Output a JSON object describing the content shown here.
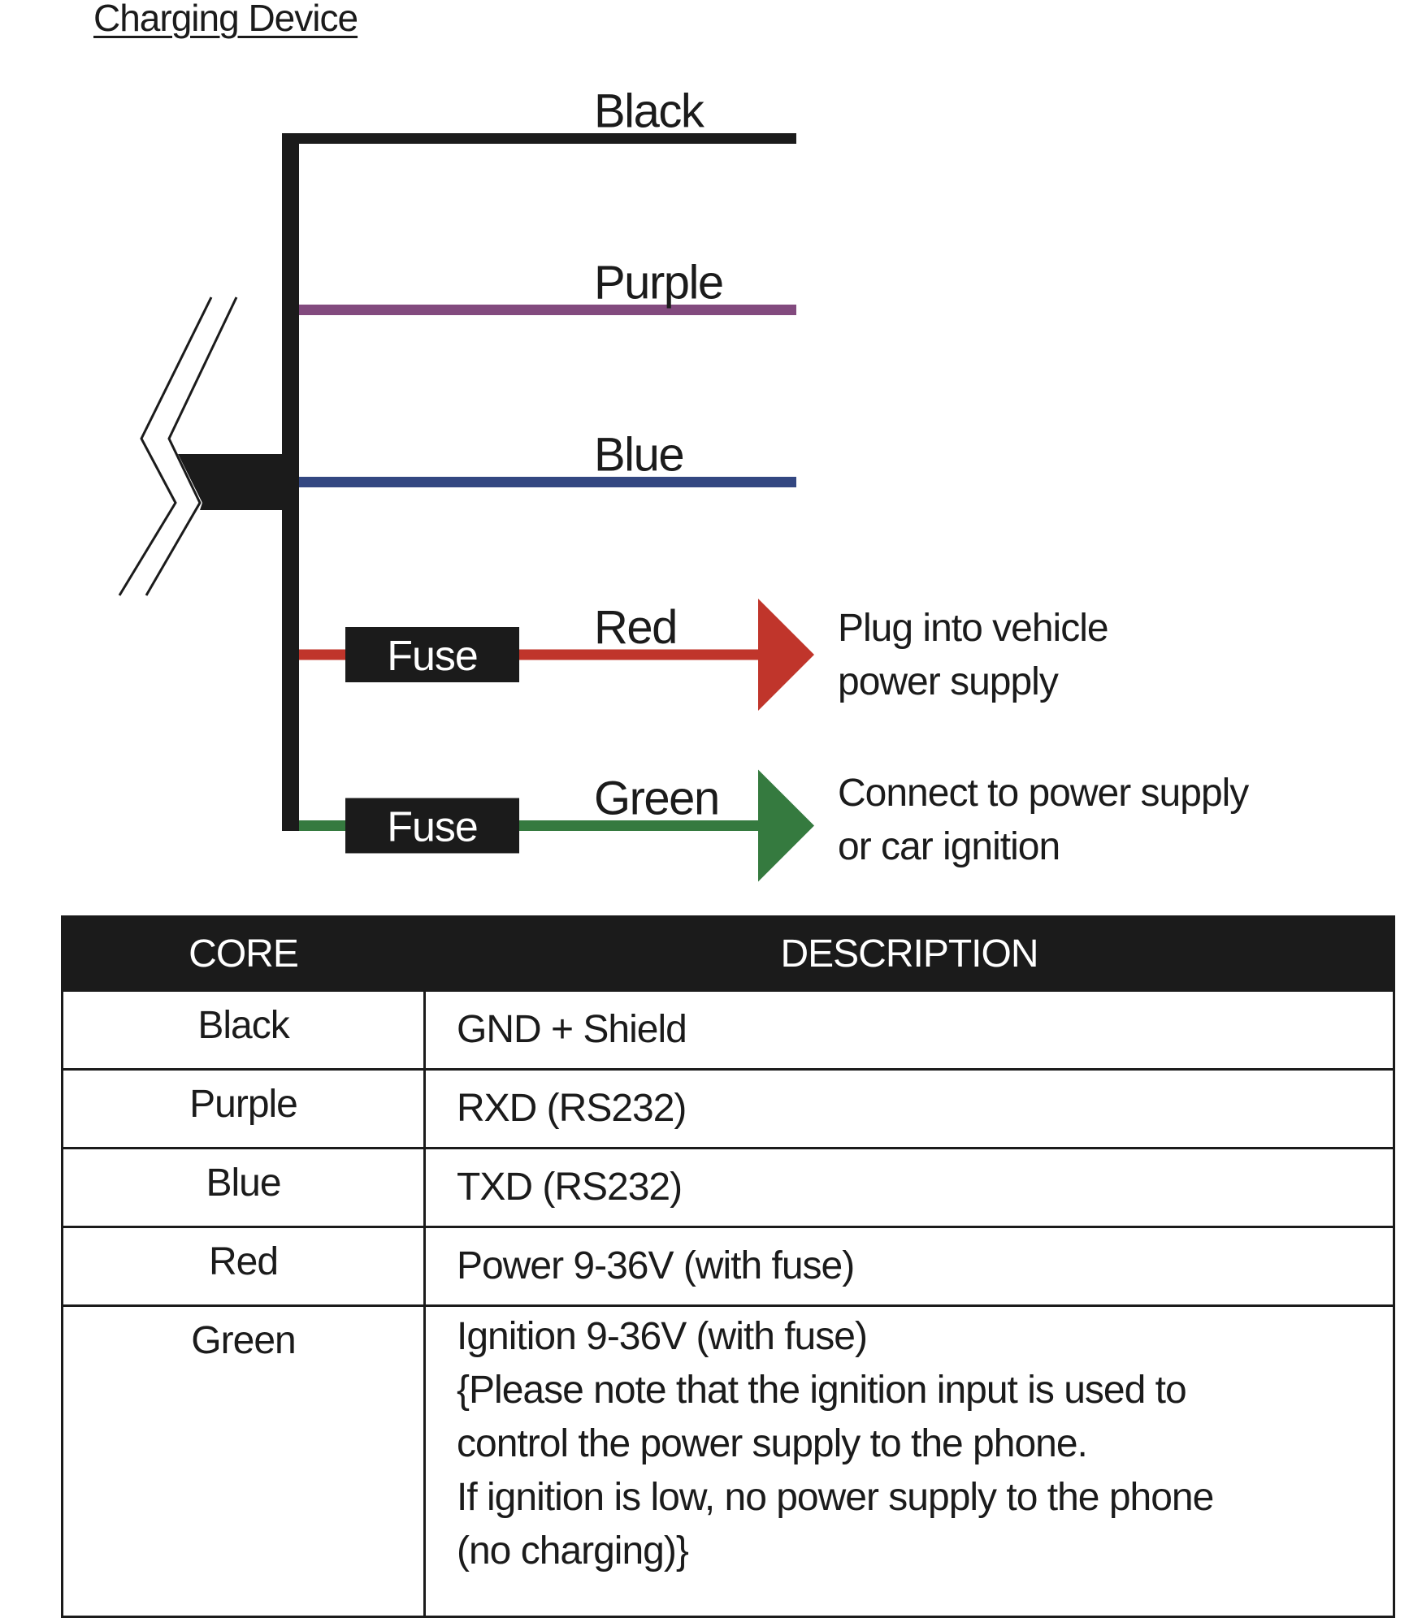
{
  "title": "Charging Device",
  "colors": {
    "black": "#1b1b1b",
    "purple": "#824a7e",
    "blue": "#334781",
    "red": "#c0352b",
    "green": "#357a3f"
  },
  "wires": [
    {
      "name": "Black",
      "label": "Black",
      "color": "black",
      "fuse": false,
      "arrow": false
    },
    {
      "name": "Purple",
      "label": "Purple",
      "color": "purple",
      "fuse": false,
      "arrow": false
    },
    {
      "name": "Blue",
      "label": "Blue",
      "color": "blue",
      "fuse": false,
      "arrow": false
    },
    {
      "name": "Red",
      "label": "Red",
      "color": "red",
      "fuse": true,
      "fuse_label": "Fuse",
      "arrow": true,
      "note": [
        "Plug into vehicle",
        "power supply"
      ]
    },
    {
      "name": "Green",
      "label": "Green",
      "color": "green",
      "fuse": true,
      "fuse_label": "Fuse",
      "arrow": true,
      "note": [
        "Connect to power supply",
        "or car ignition"
      ]
    }
  ],
  "table": {
    "headers": [
      "CORE",
      "DESCRIPTION"
    ],
    "rows": [
      {
        "core": "Black",
        "description": [
          "GND + Shield"
        ]
      },
      {
        "core": "Purple",
        "description": [
          "RXD (RS232)"
        ]
      },
      {
        "core": "Blue",
        "description": [
          "TXD (RS232)"
        ]
      },
      {
        "core": "Red",
        "description": [
          "Power 9-36V (with fuse)"
        ]
      },
      {
        "core": "Green",
        "description": [
          "Ignition 9-36V (with fuse)",
          "{Please note that the ignition input is used to",
          "control the power supply to the phone.",
          "If ignition is low, no power supply to the phone",
          "(no charging)}"
        ]
      }
    ]
  }
}
